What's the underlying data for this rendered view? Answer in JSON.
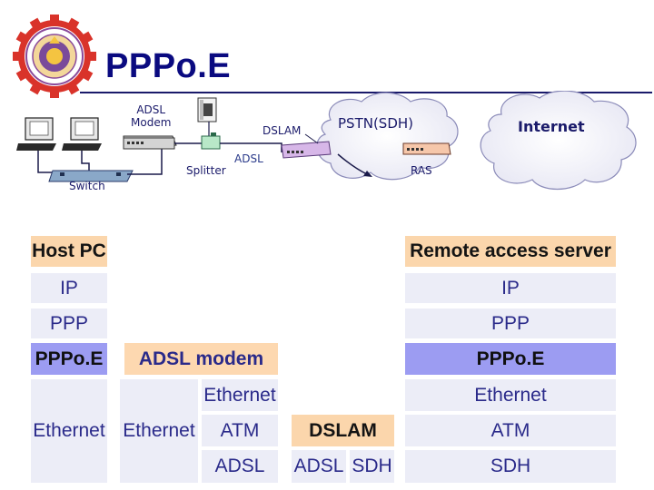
{
  "title": "PPPo.E",
  "network": {
    "adsl_modem": "ADSL\nModem",
    "dslam": "DSLAM",
    "pstn": "PSTN(SDH)",
    "internet": "Internet",
    "adsl": "ADSL",
    "splitter": "Splitter",
    "ras": "RAS",
    "switch": "Switch"
  },
  "stack": {
    "host_pc": {
      "header": "Host PC",
      "ip": "IP",
      "ppp": "PPP",
      "pppoe": "PPPo.E",
      "ethernet": "Ethernet"
    },
    "adsl_modem": {
      "header": "ADSL modem",
      "ethernet_left": "Ethernet",
      "ethernet_right": "Ethernet",
      "atm": "ATM",
      "adsl": "ADSL"
    },
    "dslam": {
      "header": "DSLAM",
      "adsl": "ADSL",
      "sdh": "SDH"
    },
    "ras": {
      "header": "Remote access server",
      "ip": "IP",
      "ppp": "PPP",
      "pppoe": "PPPo.E",
      "ethernet": "Ethernet",
      "atm": "ATM",
      "sdh": "SDH"
    }
  },
  "colors": {
    "title": "#0a0a80",
    "cell_bg": "#ecedf7",
    "header_bg": "#fbd6ac",
    "pppoe_bg": "#9c9cf2",
    "cloud": "#e9e9f6"
  }
}
